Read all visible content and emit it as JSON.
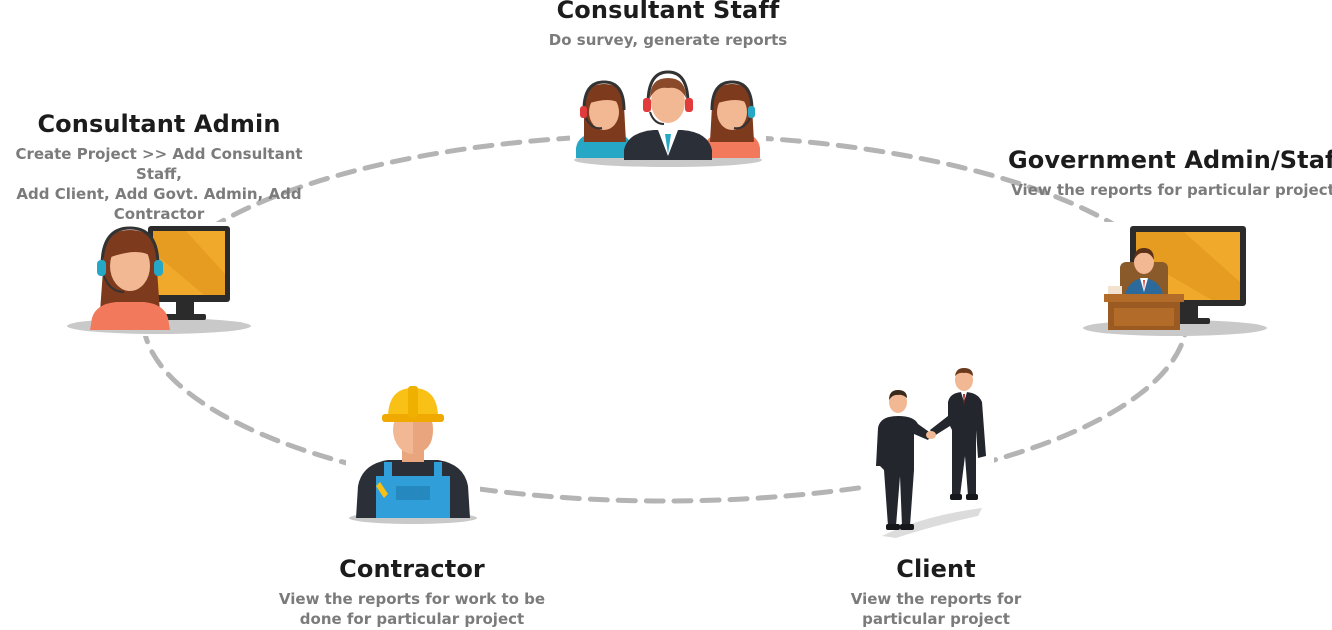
{
  "colors": {
    "ring": "#b4b4b4",
    "title": "#1c1c1c",
    "desc": "#7b7b7b",
    "screen": "#f0a92a",
    "helmet": "#f9c015",
    "overall": "#2f9ed9"
  },
  "roles": {
    "consultant_staff": {
      "title": "Consultant Staff",
      "desc": "Do survey, generate reports",
      "icon": "support-team-icon"
    },
    "consultant_admin": {
      "title": "Consultant Admin",
      "desc_lines": [
        "Create Project >> Add Consultant Staff,",
        "Add Client, Add Govt. Admin, Add",
        "Contractor"
      ],
      "icon": "operator-at-computer-icon"
    },
    "government": {
      "title": "Government Admin/Staff",
      "desc": "View the reports for particular project",
      "icon": "official-at-desk-icon"
    },
    "contractor": {
      "title": "Contractor",
      "desc_lines": [
        "View the reports for work to be",
        "done for particular project"
      ],
      "icon": "construction-worker-icon"
    },
    "client": {
      "title": "Client",
      "desc_lines": [
        "View the reports for",
        "particular project"
      ],
      "icon": "handshake-icon"
    }
  }
}
